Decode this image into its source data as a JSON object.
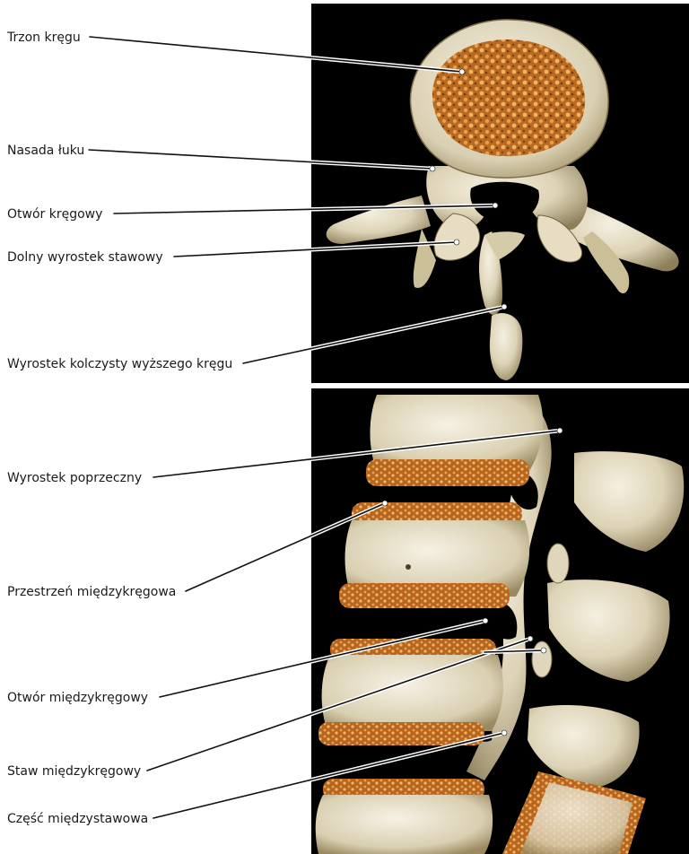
{
  "colors": {
    "background": "#ffffff",
    "panel": "#000000",
    "bone": "#e4dcc4",
    "bone_shadow": "#8d7f5a",
    "cancellous": "#c8782a",
    "label_text": "#1a1a1a",
    "leader_line": "#111111"
  },
  "top_panel": {
    "labels": [
      "Trzon kręgu",
      "Nasada łuku",
      "Otwór kręgowy",
      "Dolny wyrostek stawowy",
      "Wyrostek kolczysty wyższego kręgu"
    ]
  },
  "bottom_panel": {
    "labels": [
      "Wyrostek poprzeczny",
      "Przestrzeń międzykręgowa",
      "Otwór międzykręgowy",
      "Staw międzykręgowy",
      "Część międzystawowa"
    ]
  }
}
